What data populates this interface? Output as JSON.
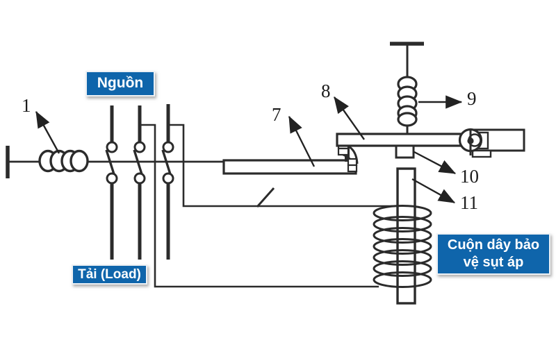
{
  "labels": {
    "source": "Nguồn",
    "load": "Tải (Load)",
    "protection_coil": "Cuộn dây bảo vệ sụt áp"
  },
  "callouts": {
    "c1": "1",
    "c7": "7",
    "c8": "8",
    "c9": "9",
    "c10": "10",
    "c11": "11"
  },
  "colors": {
    "label_background": "#0f65ab",
    "label_text": "#ffffff",
    "line": "#2b2b2b"
  }
}
